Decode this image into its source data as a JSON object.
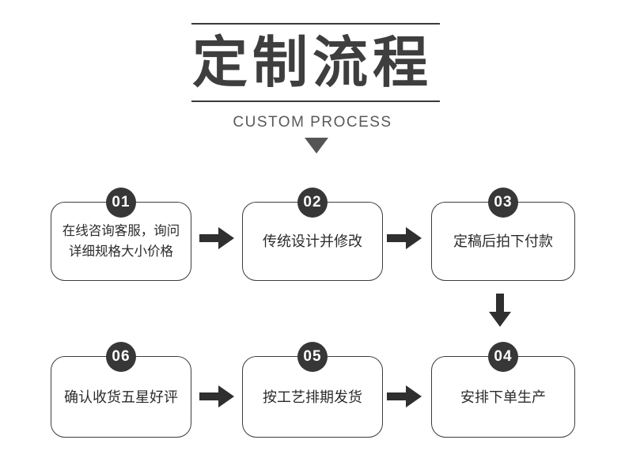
{
  "header": {
    "title": "定制流程",
    "subtitle": "CUSTOM PROCESS"
  },
  "steps": [
    {
      "number": "01",
      "text": "在线咨询客服，询问\n详细规格大小价格"
    },
    {
      "number": "02",
      "text": "传统设计并修改"
    },
    {
      "number": "03",
      "text": "定稿后拍下付款"
    },
    {
      "number": "04",
      "text": "安排下单生产"
    },
    {
      "number": "05",
      "text": "按工艺排期发货"
    },
    {
      "number": "06",
      "text": "确认收货五星好评"
    }
  ],
  "colors": {
    "ink": "#3e3e3e",
    "subtitle_gray": "#595959",
    "box_border": "#3c3c3c",
    "badge_bg": "#373737",
    "arrow": "#2f2f2f",
    "background": "#ffffff"
  }
}
